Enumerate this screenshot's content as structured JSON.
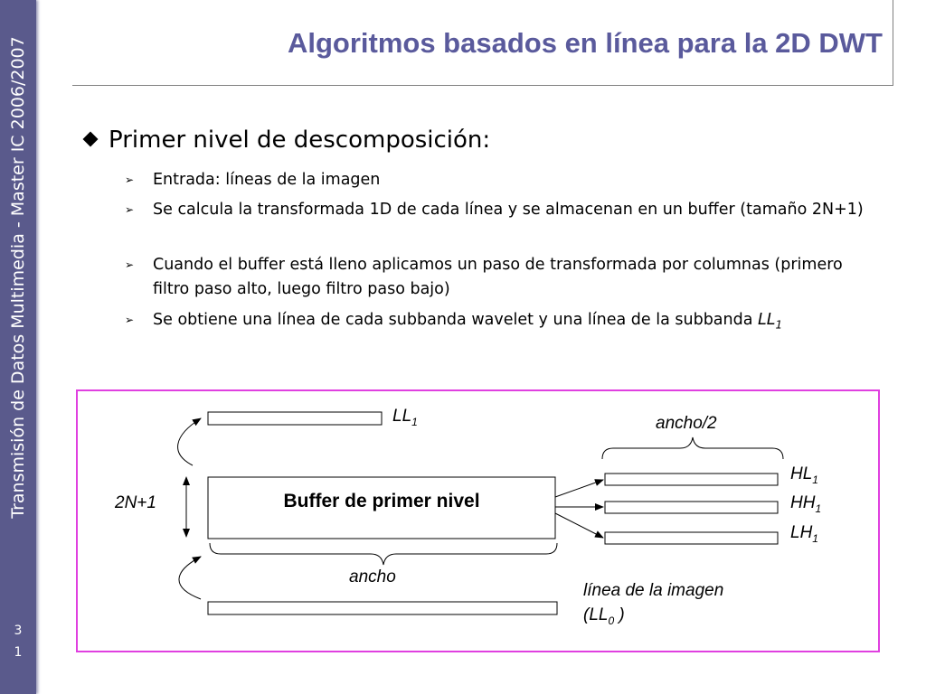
{
  "sidebar": {
    "vertical_text": "Transmisión de Datos Multimedia - Master IC 2006/2007",
    "page_number": [
      "3",
      "1"
    ]
  },
  "slide": {
    "title": "Algoritmos basados en línea para la 2D DWT",
    "bullet": "Primer nivel de descomposición:",
    "sub_bullets": [
      "Entrada: líneas de la imagen",
      "Se calcula la transformada 1D de cada línea y se almacenan en un buffer (tamaño 2N+1)",
      "Cuando el buffer está lleno aplicamos un paso de transformada por columnas (primero filtro paso alto, luego filtro paso bajo)",
      "Se obtiene una línea de cada subbanda wavelet y una línea de la subbanda "
    ],
    "sub_bullet_4_italic": "LL",
    "sub_bullet_4_sub": "1"
  },
  "diagram": {
    "buffer_label": "Buffer de primer nivel",
    "ll1": {
      "base": "LL",
      "sub": "1"
    },
    "ancho_half": "ancho/2",
    "hl1": {
      "base": "HL",
      "sub": "1"
    },
    "hh1": {
      "base": "HH",
      "sub": "1"
    },
    "lh1": {
      "base": "LH",
      "sub": "1"
    },
    "size_label": "2N+1",
    "ancho": "ancho",
    "image_line_1": "línea de la imagen",
    "image_line_2_open": "(LL",
    "image_line_2_sub": "0",
    "image_line_2_close": " )",
    "colors": {
      "frame": "#e040e0",
      "title": "#5a5a9c",
      "sidebar": "#5a5a8c"
    }
  }
}
